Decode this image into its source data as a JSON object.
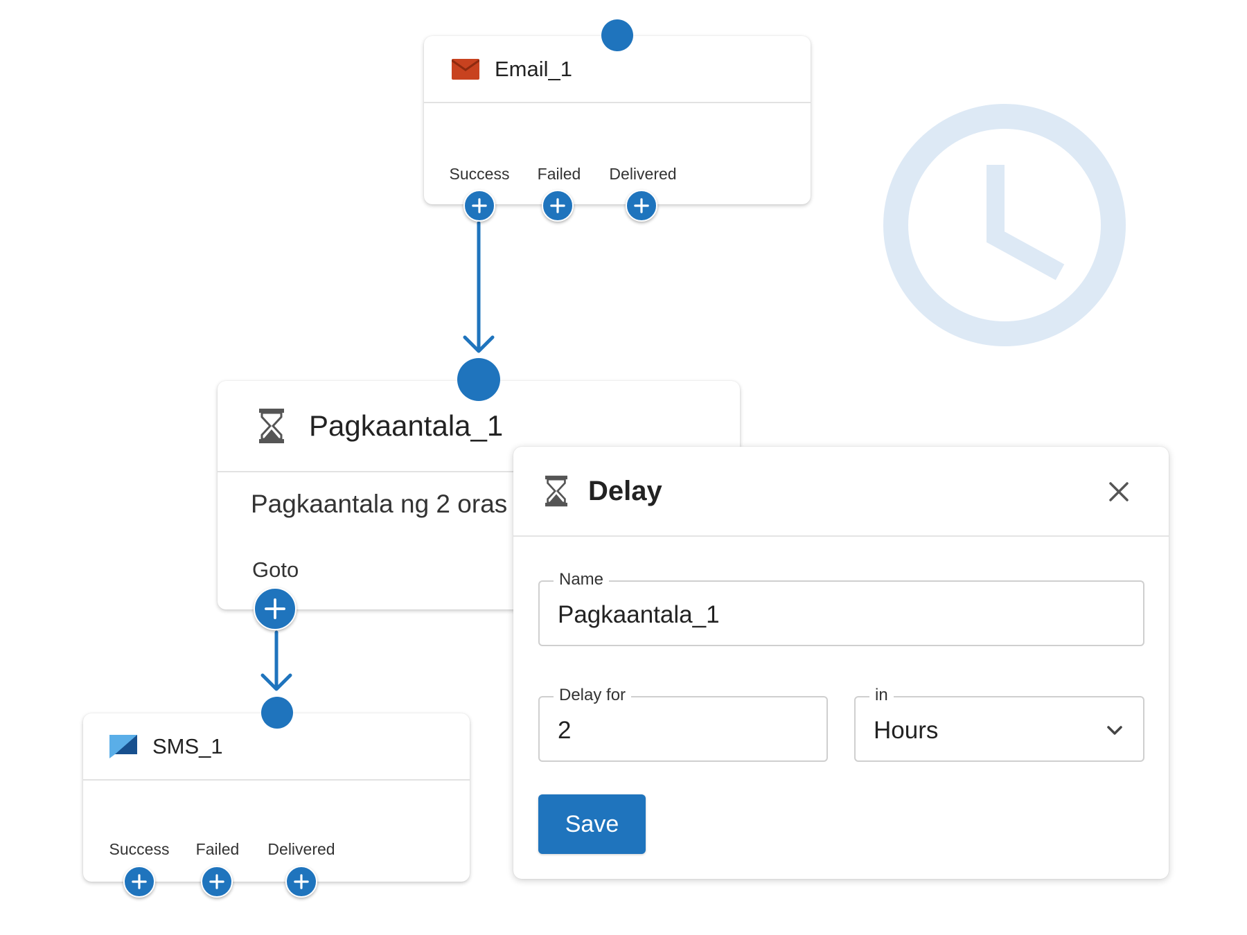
{
  "colors": {
    "accent": "#1f74bd",
    "clock_decoration": "#dde9f5",
    "email_icon": "#c8421f",
    "sms_icon": "#1f74bd"
  },
  "email_node": {
    "title": "Email_1",
    "icon": "envelope-icon",
    "branches": [
      "Success",
      "Failed",
      "Delivered"
    ]
  },
  "delay_node": {
    "title": "Pagkaantala_1",
    "icon": "hourglass-icon",
    "description": "Pagkaantala ng 2 oras",
    "goto_label": "Goto"
  },
  "sms_node": {
    "title": "SMS_1",
    "icon": "chat-bubble-icon",
    "branches": [
      "Success",
      "Failed",
      "Delivered"
    ]
  },
  "dialog": {
    "title": "Delay",
    "icon": "hourglass-icon",
    "close_icon": "close-icon",
    "name_label": "Name",
    "name_value": "Pagkaantala_1",
    "delay_for_label": "Delay for",
    "delay_for_value": "2",
    "unit_label": "in",
    "unit_value": "Hours",
    "save_label": "Save"
  }
}
